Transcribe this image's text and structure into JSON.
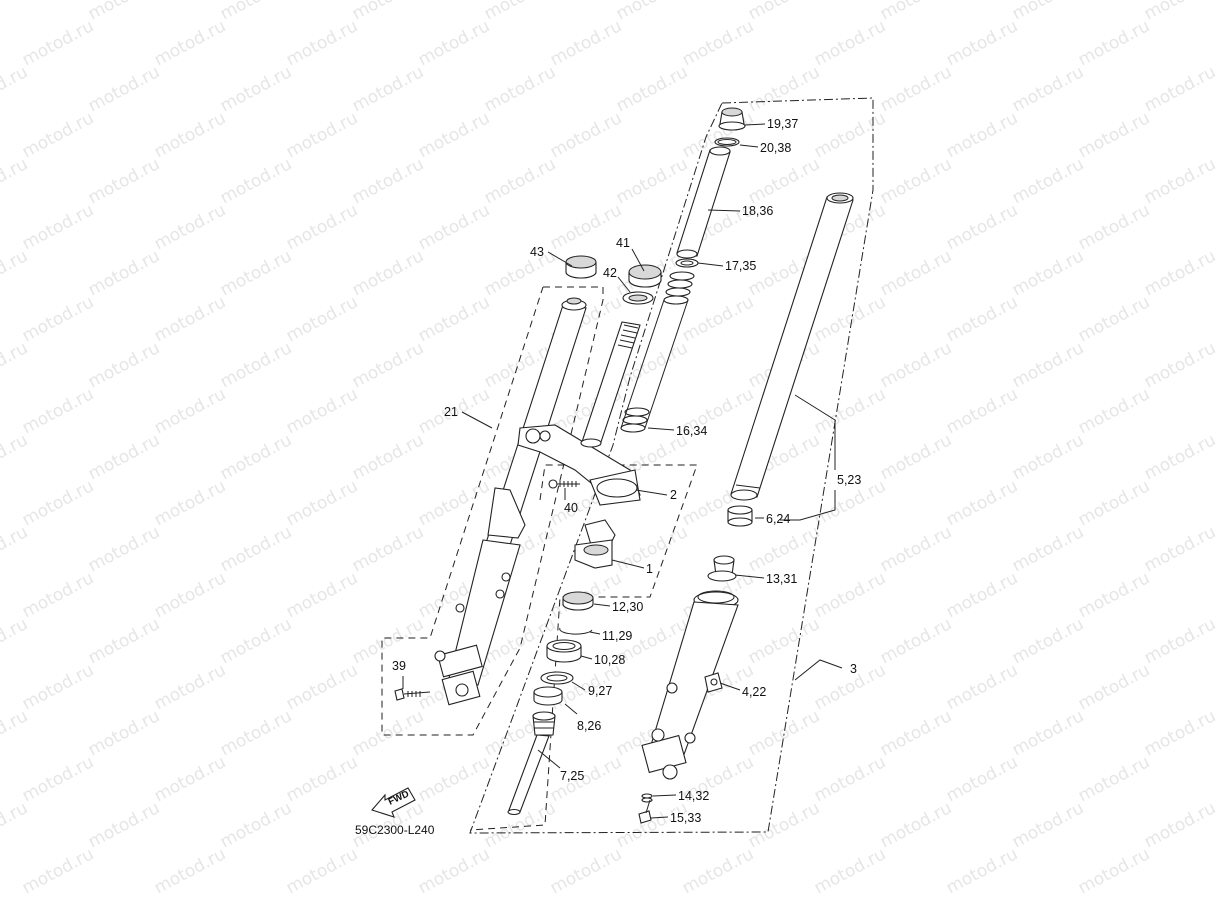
{
  "watermark": "motod.ru",
  "diagram_code": "59C2300-L240",
  "fwd_label": "FWD",
  "labels": {
    "p19_37": "19,37",
    "p20_38": "20,38",
    "p18_36": "18,36",
    "p17_35": "17,35",
    "p41": "41",
    "p42": "42",
    "p43": "43",
    "p21": "21",
    "p16_34": "16,34",
    "p2": "2",
    "p40": "40",
    "p5_23": "5,23",
    "p6_24": "6,24",
    "p1": "1",
    "p13_31": "13,31",
    "p12_30": "12,30",
    "p11_29": "11,29",
    "p10_28": "10,28",
    "p39": "39",
    "p9_27": "9,27",
    "p4_22": "4,22",
    "p3": "3",
    "p8_26": "8,26",
    "p7_25": "7,25",
    "p14_32": "14,32",
    "p15_33": "15,33"
  },
  "colors": {
    "line": "#222222",
    "watermark": "#e6e6e6",
    "background": "#ffffff"
  }
}
